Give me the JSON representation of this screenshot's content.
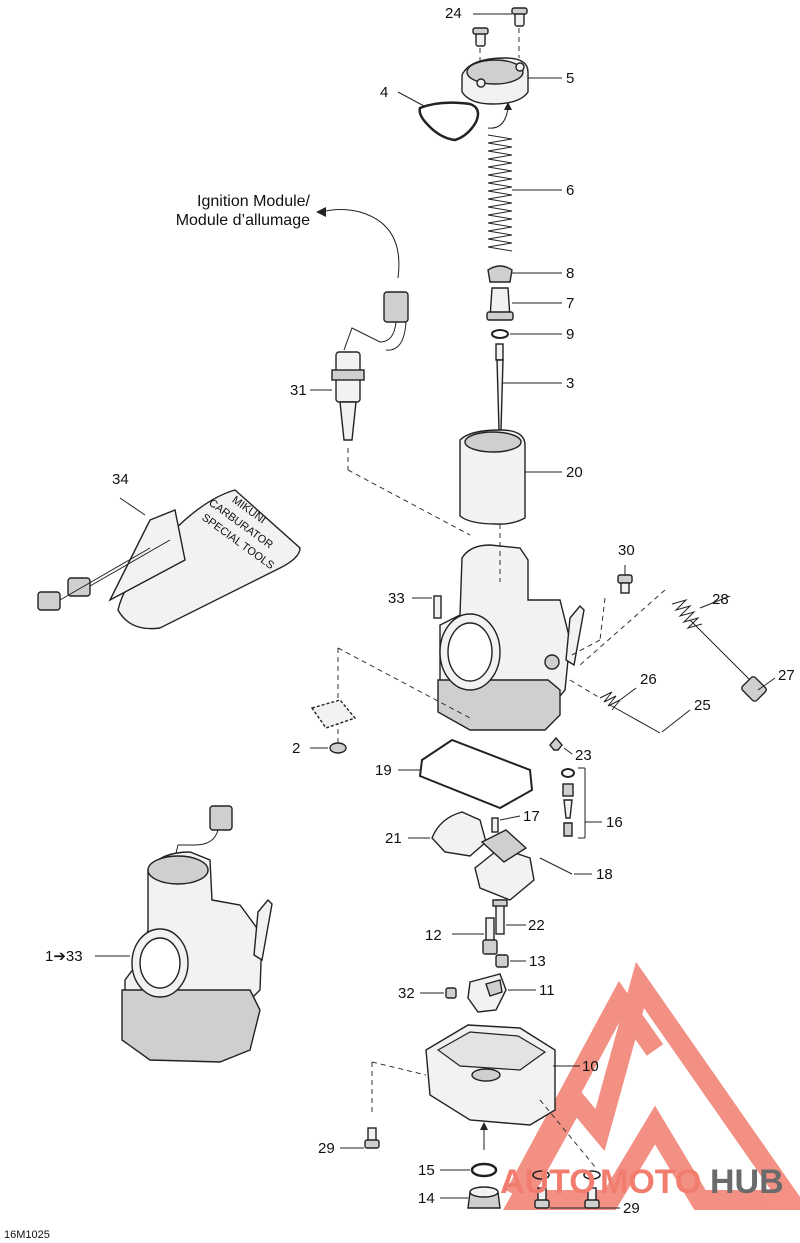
{
  "diagram": {
    "code": "16M1025",
    "ignition_label_line1": "Ignition Module/",
    "ignition_label_line2": "Module d’allumage",
    "labels": {
      "p1": "1➔33",
      "p2": "2",
      "p3": "3",
      "p4": "4",
      "p5": "5",
      "p6": "6",
      "p7": "7",
      "p8": "8",
      "p9": "9",
      "p10": "10",
      "p11": "11",
      "p12": "12",
      "p13": "13",
      "p14": "14",
      "p15": "15",
      "p16": "16",
      "p17": "17",
      "p18": "18",
      "p19": "19",
      "p20": "20",
      "p21": "21",
      "p22": "22",
      "p23": "23",
      "p24": "24",
      "p25": "25",
      "p26": "26",
      "p27": "27",
      "p28": "28",
      "p29a": "29",
      "p29b": "29",
      "p30": "30",
      "p31": "31",
      "p32": "32",
      "p33": "33",
      "p34": "34"
    },
    "tool_text": {
      "line1": "MIKUNI",
      "line2": "CARBURATOR",
      "line3": "SPECIAL TOOLS"
    }
  },
  "watermark": {
    "part1": "AUTO",
    "part2": "MOTO",
    "part3": "HUB",
    "color_red": "#f27d6f",
    "color_gray": "#6a6a6a"
  }
}
